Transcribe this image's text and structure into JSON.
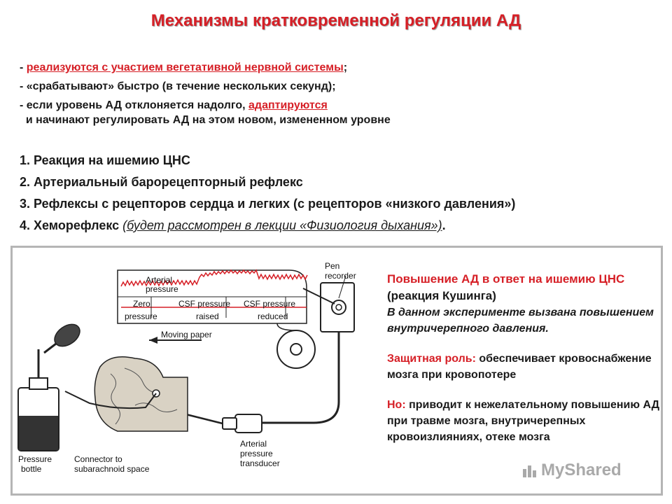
{
  "title": "Механизмы кратковременной регуляции АД",
  "bullets": [
    {
      "prefix": "- ",
      "link": "реализуются с участием вегетативной нервной системы",
      "suffix": ";"
    },
    {
      "text": "- «срабатывают» быстро (в течение нескольких секунд);"
    },
    {
      "prefix": "- если уровень АД отклоняется надолго, ",
      "link": "адаптируются",
      "suffix": "  и начинают регулировать АД на этом новом, измененном уровне"
    }
  ],
  "list": [
    {
      "text": "1. Реакция на ишемию ЦНС"
    },
    {
      "text": "2. Артериальный барорецепторный рефлекс"
    },
    {
      "text": "3. Рефлексы с рецепторов сердца и легких (с рецепторов «низкого давления»)"
    },
    {
      "text": "4. Хеморефлекс ",
      "ref": "(будет рассмотрен в лекции «Физиология дыхания»)",
      "suffix": "."
    }
  ],
  "diagram": {
    "labels": {
      "pen_recorder_1": "Pen",
      "pen_recorder_2": "recorder",
      "arterial_pressure_1": "Arterial",
      "arterial_pressure_2": "pressure",
      "zero_1": "Zero",
      "zero_2": "pressure",
      "csf_raised_1": "CSF pressure",
      "csf_raised_2": "raised",
      "csf_reduced_1": "CSF pressure",
      "csf_reduced_2": "reduced",
      "moving_paper": "Moving paper",
      "pressure_bottle_1": "Pressure",
      "pressure_bottle_2": "bottle",
      "connector_1": "Connector to",
      "connector_2": "subarachnoid space",
      "transducer_1": "Arterial",
      "transducer_2": "pressure",
      "transducer_3": "transducer"
    }
  },
  "caption": {
    "heading_red": "Повышение АД в ответ на ишемию ЦНС",
    "heading_black": " (реакция Кушинга)",
    "italic_note": "В данном эксперименте вызвана повышением внутричерепного давления.",
    "role_label": "Защитная роль:",
    "role_text": " обеспечивает кровоснабжение мозга при кровопотере",
    "but_label": "Но:",
    "but_text": " приводит  к нежелательному повышению АД при травме мозга, внутричерепных кровоизлияниях, отеке мозга"
  },
  "watermark": "MyShared",
  "colors": {
    "accent_red": "#d61f26",
    "text": "#1a1a1a",
    "panel_border": "#b5b5b5"
  }
}
